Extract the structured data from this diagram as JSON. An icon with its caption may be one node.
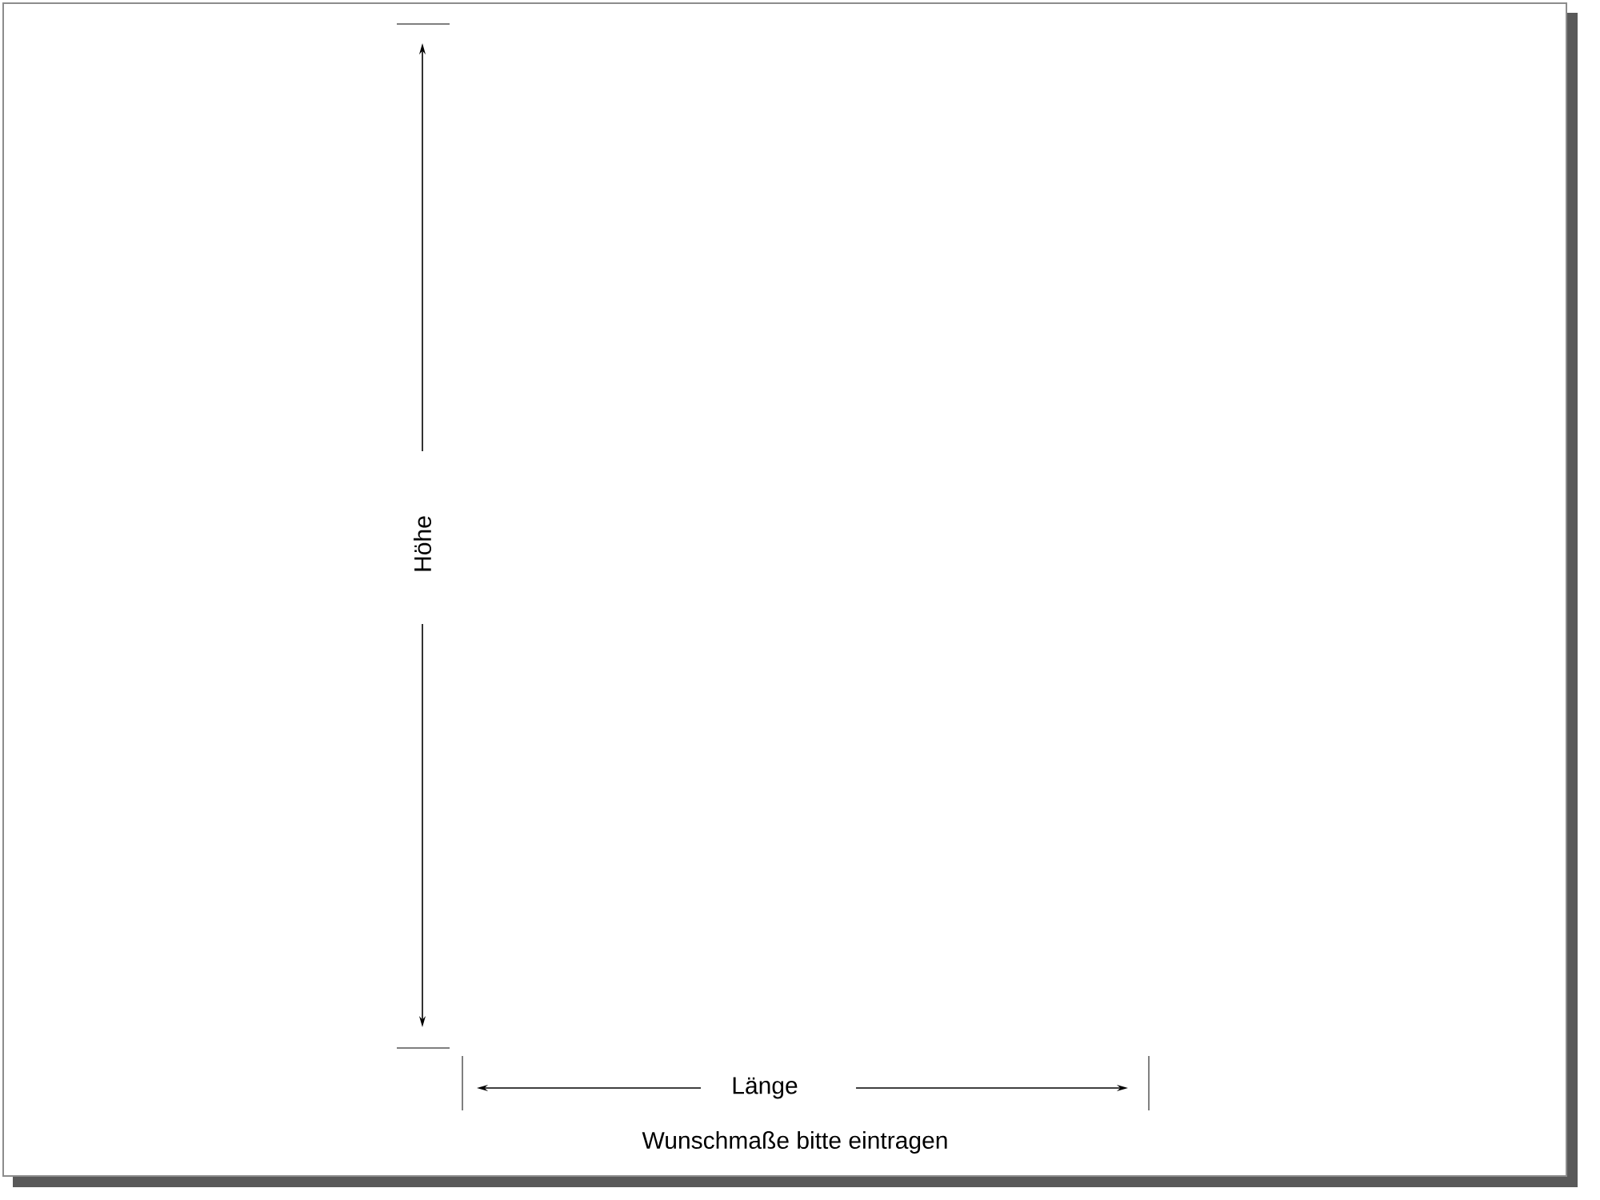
{
  "diagram": {
    "labels": [
      "Höhe",
      "Länge",
      "Wunschmaße bitte eintragen"
    ]
  }
}
